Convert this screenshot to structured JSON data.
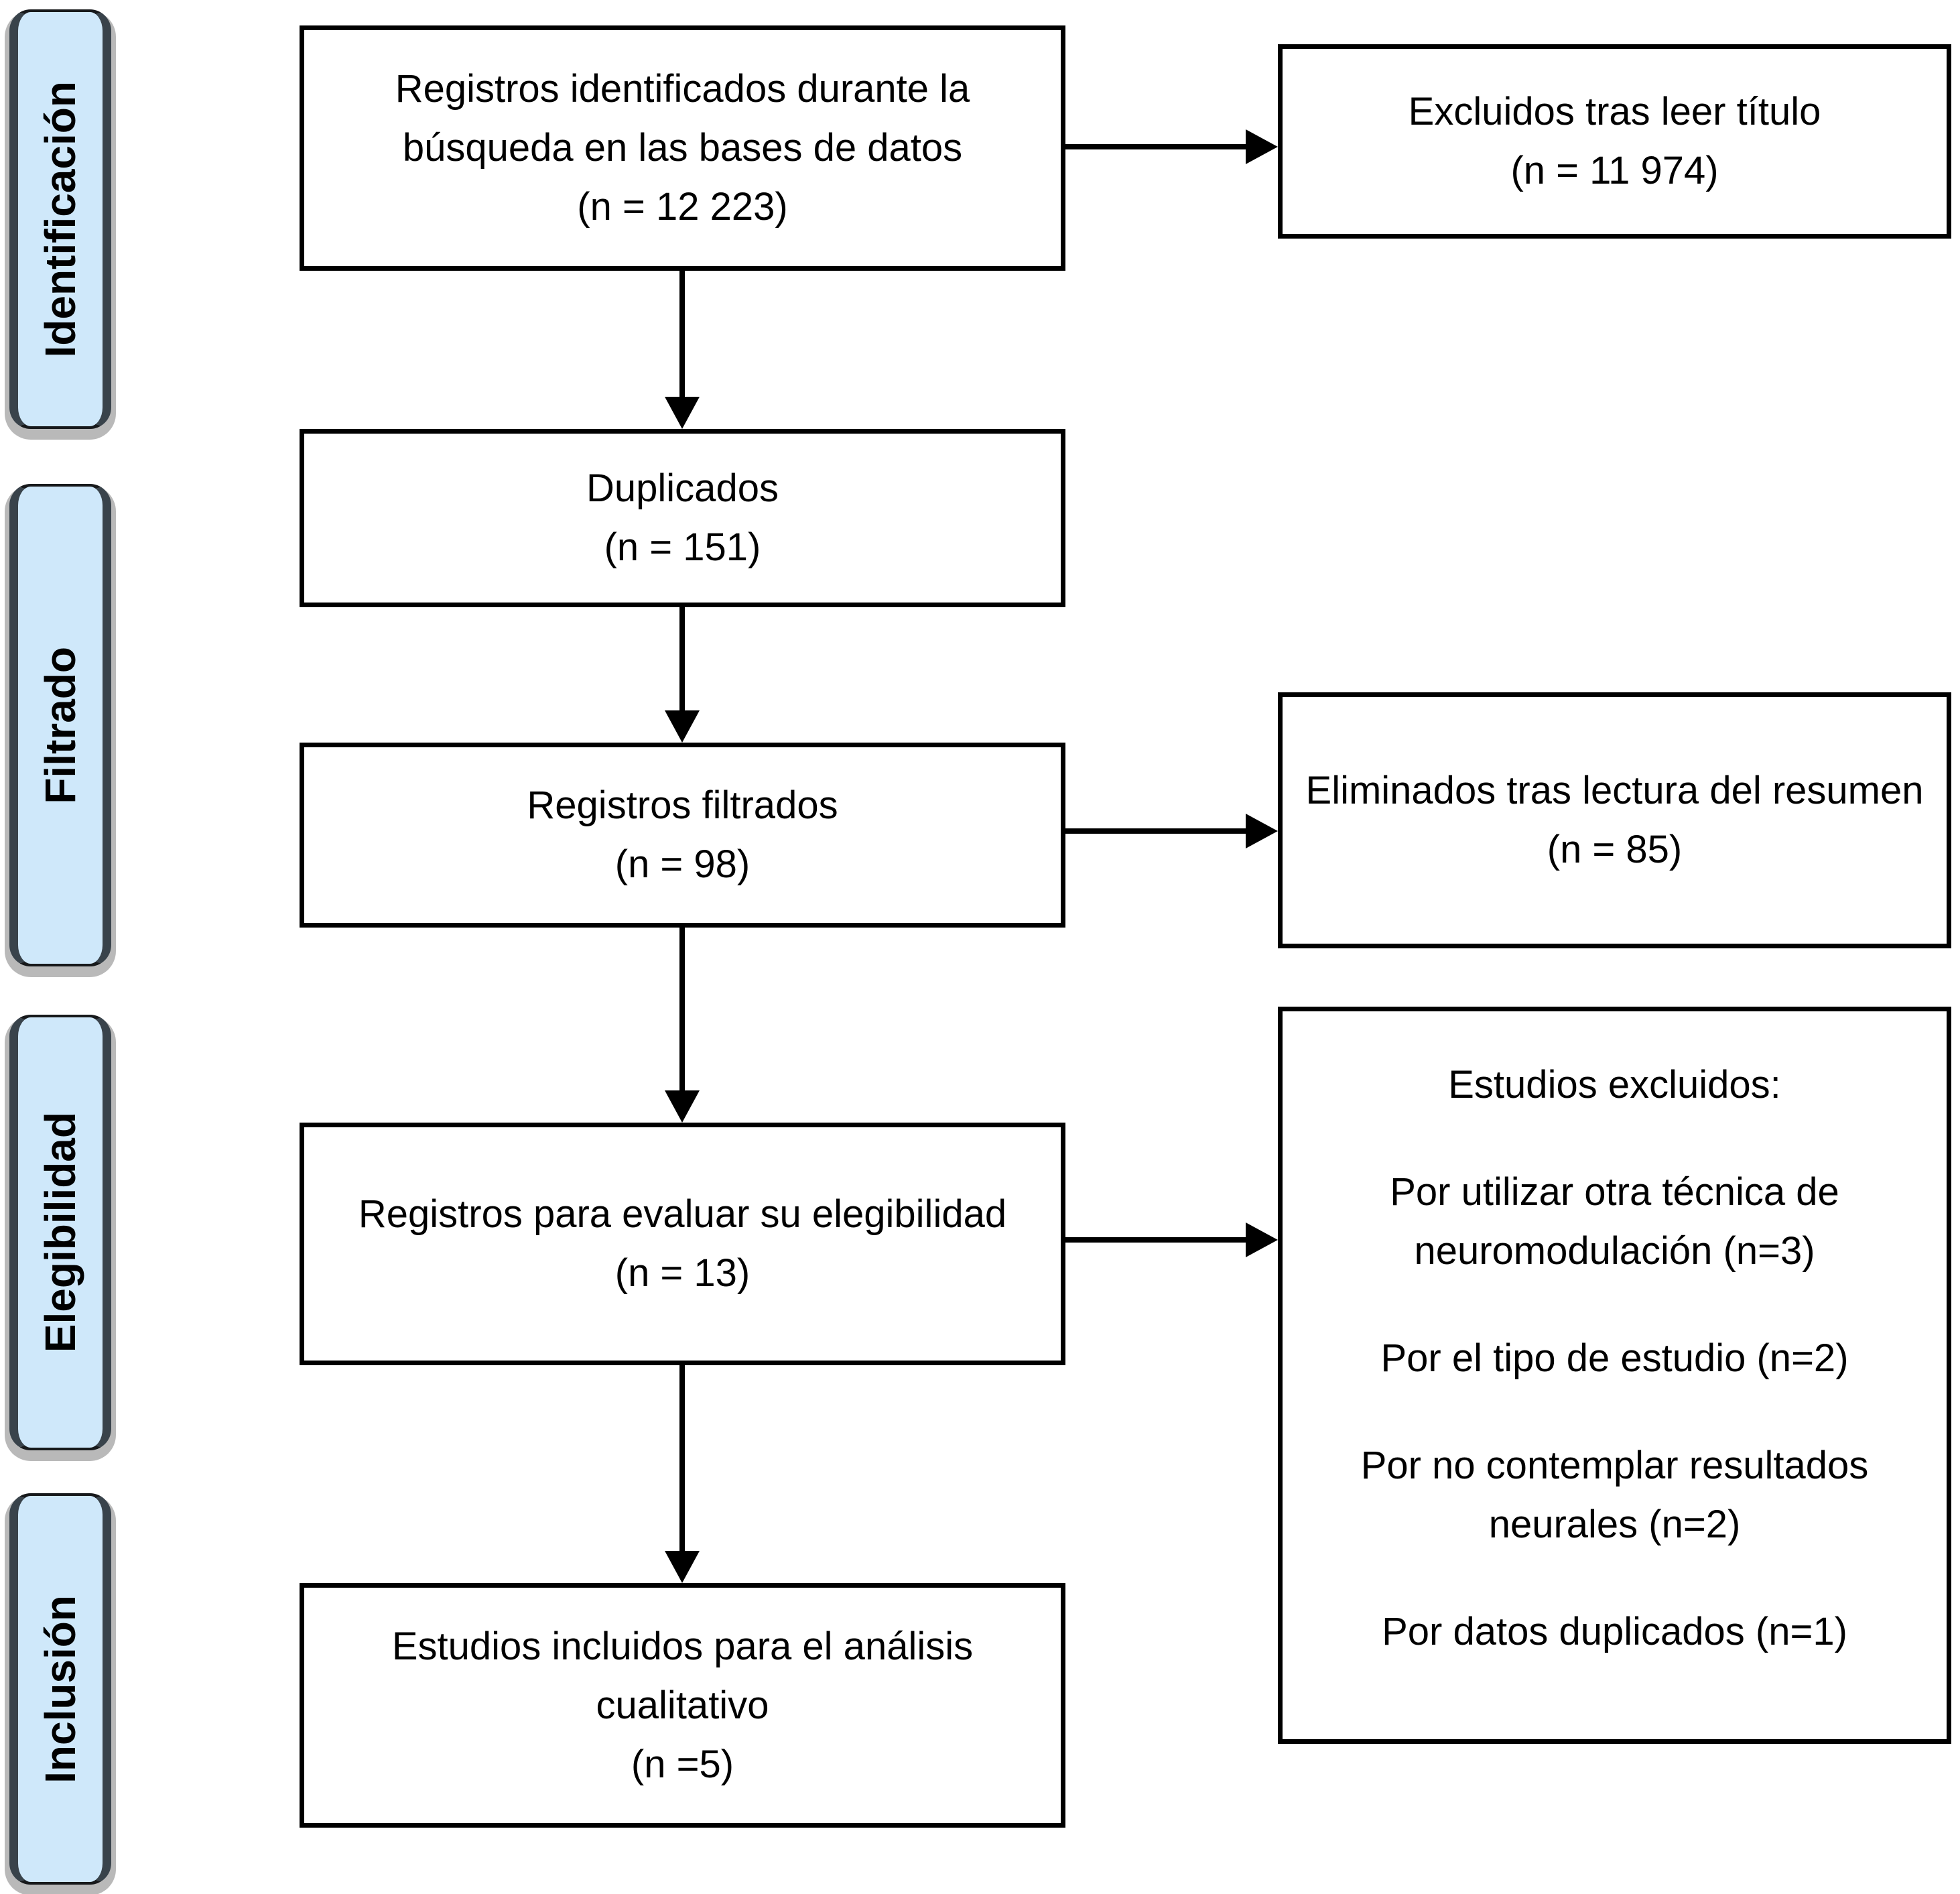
{
  "diagram": {
    "type": "prisma-flow",
    "language": "es",
    "colors": {
      "stage_fill": "#cfe8fa",
      "stage_border": "#17191b",
      "box_border": "#000000",
      "box_fill": "#ffffff",
      "arrow": "#000000",
      "text": "#000000",
      "background": "#ffffff"
    },
    "stages": [
      {
        "label": "Identificación"
      },
      {
        "label": "Filtrado"
      },
      {
        "label": "Elegibilidad"
      },
      {
        "label": "Inclusión"
      }
    ],
    "main_flow": [
      {
        "label": "Registros identificados durante la búsqueda en las bases de datos",
        "count": "(n = 12 223)"
      },
      {
        "label": "Duplicados",
        "count": "(n = 151)"
      },
      {
        "label": "Registros filtrados",
        "count": "(n = 98)"
      },
      {
        "label": "Registros para evaluar su elegibilidad",
        "count": "(n = 13)"
      },
      {
        "label": "Estudios incluidos para el análisis cualitativo",
        "count": "(n =5)"
      }
    ],
    "side_boxes": [
      {
        "label": "Excluidos tras leer título",
        "count": "(n = 11 974)"
      },
      {
        "label": "Eliminados tras lectura del resumen",
        "count": "(n = 85)"
      },
      {
        "title": "Estudios excluidos:",
        "items": [
          "Por utilizar otra técnica de neuromodulación (n=3)",
          "Por el tipo de estudio (n=2)",
          "Por no contemplar resultados neurales (n=2)",
          "Por datos duplicados (n=1)"
        ]
      }
    ]
  }
}
